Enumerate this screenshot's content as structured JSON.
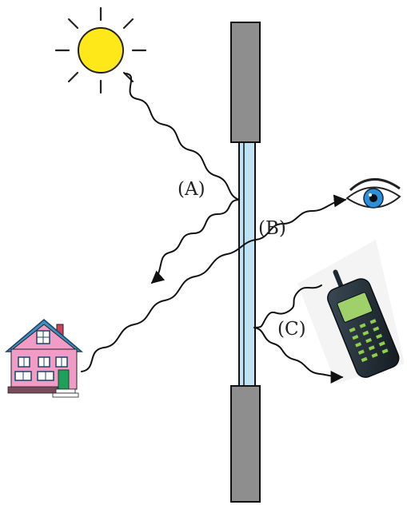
{
  "labels": {
    "a": "(A)",
    "b": "(B)",
    "c": "(C)"
  },
  "icons": [
    "sun-icon",
    "house-icon",
    "eye-icon",
    "mobile-phone-icon"
  ],
  "colors": {
    "wall": "#8e8e8e",
    "glass": "#bfe3f4",
    "sun": "#ffe81a",
    "house_wall": "#f29bc7",
    "roof": "#3f8fc0",
    "door": "#1ea05a",
    "iris": "#2f8fd6",
    "phone": "#1e2a33",
    "phone_screen": "#9fd06a"
  }
}
